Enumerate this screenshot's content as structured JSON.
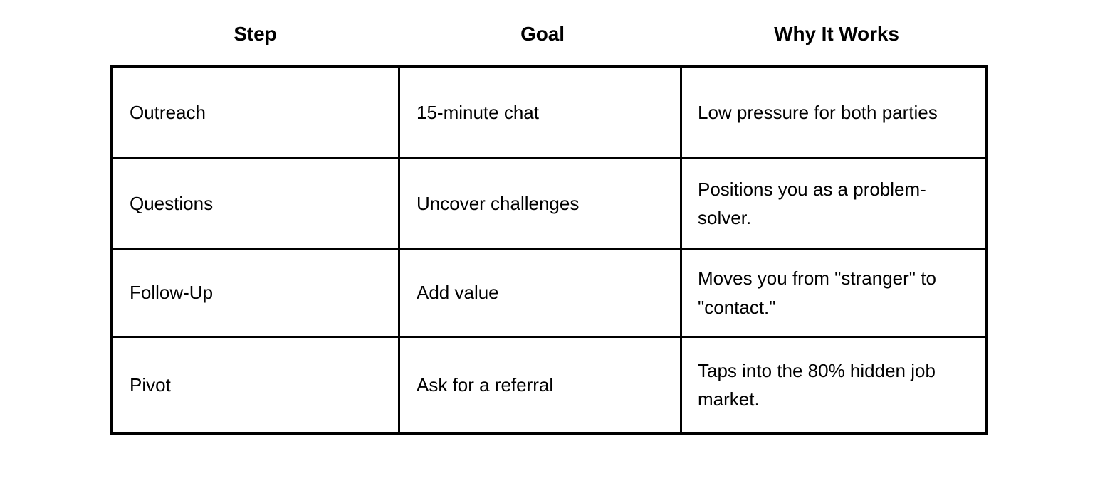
{
  "table": {
    "headers": [
      {
        "label": "Step"
      },
      {
        "label": "Goal"
      },
      {
        "label": "Why It Works"
      }
    ],
    "rows": [
      {
        "step": "Outreach",
        "goal": "15-minute chat",
        "why": "Low pressure for both parties"
      },
      {
        "step": "Questions",
        "goal": "Uncover challenges",
        "why": "Positions you as a problem-solver."
      },
      {
        "step": "Follow-Up",
        "goal": "Add value",
        "why": "Moves you from \"stranger\" to \"contact.\""
      },
      {
        "step": "Pivot",
        "goal": "Ask for a referral",
        "why": "Taps into the 80% hidden job market."
      }
    ]
  },
  "style": {
    "page_background": "#ffffff",
    "text_color": "#000000",
    "border_color": "#000000"
  }
}
